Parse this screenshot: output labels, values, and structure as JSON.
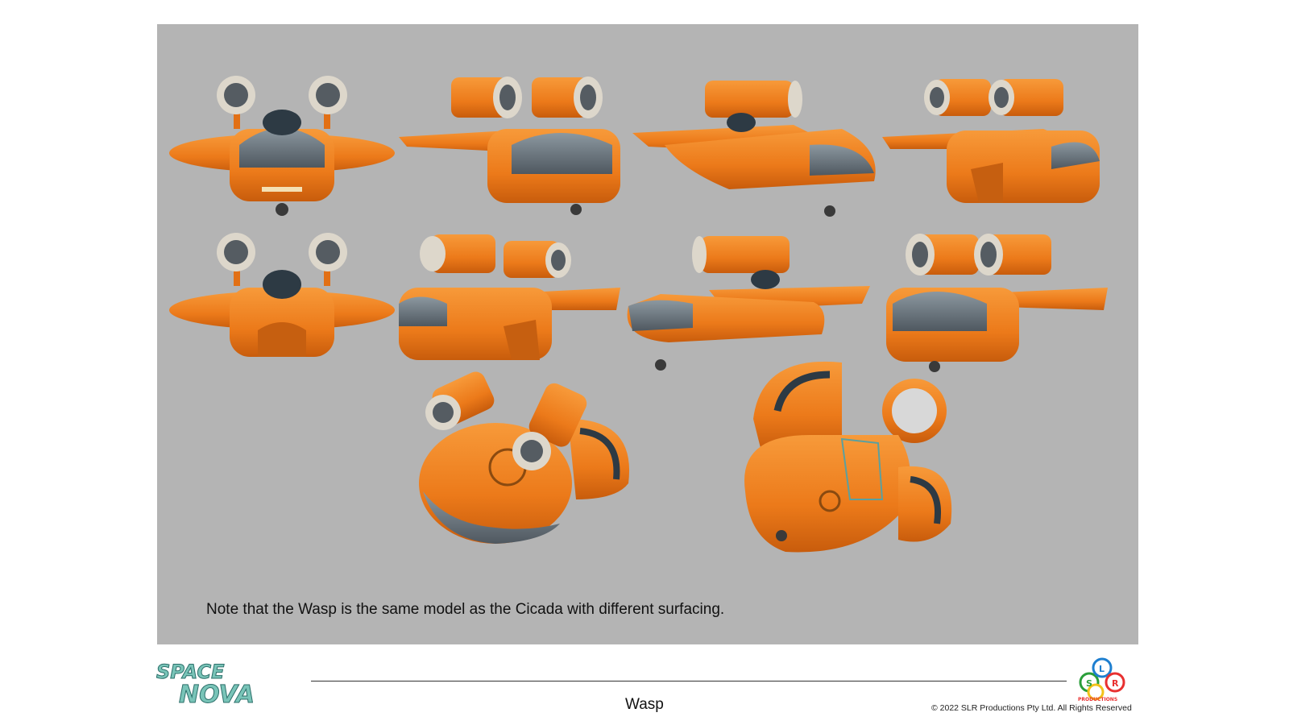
{
  "sheet": {
    "note": "Note that the Wasp is the same model as the Cicada with different surfacing.",
    "background_color": "#b4b4b4",
    "model_color": "#f07a1a"
  },
  "footer": {
    "logo_left": "SPACE NOVA",
    "caption": "Wasp",
    "logo_right": "SLR PRODUCTIONS",
    "copyright": "© 2022 SLR Productions Pty Ltd. All Rights Reserved"
  }
}
